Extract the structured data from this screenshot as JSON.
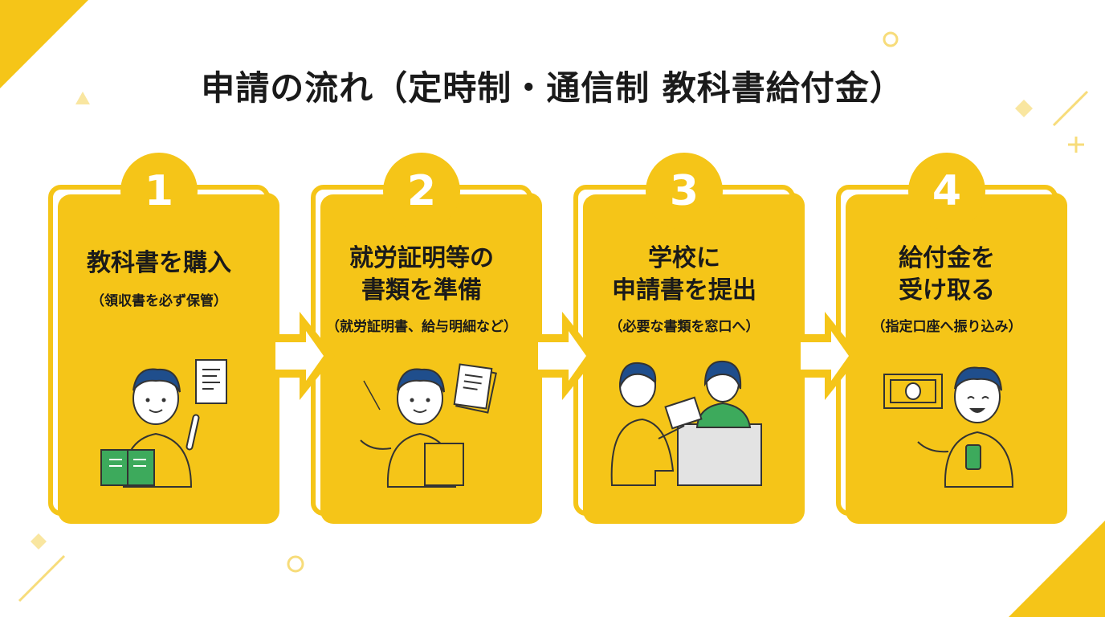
{
  "page": {
    "title": "申請の流れ（定時制・通信制 教科書給付金）",
    "accent_color": "#F5C518"
  },
  "steps": [
    {
      "number": "1",
      "title": "教科書を購入",
      "subtitle": "（領収書を必ず保管）",
      "illustration": "person-with-book-and-receipt-icon"
    },
    {
      "number": "2",
      "title": "就労証明等の\n書類を準備",
      "subtitle": "（就労証明書、給与明細など）",
      "illustration": "person-with-documents-and-pen-icon"
    },
    {
      "number": "3",
      "title": "学校に\n申請書を提出",
      "subtitle": "（必要な書類を窓口へ）",
      "illustration": "person-submitting-to-counter-icon"
    },
    {
      "number": "4",
      "title": "給付金を\n受け取る",
      "subtitle": "（指定口座へ振り込み）",
      "illustration": "person-with-money-and-phone-icon"
    }
  ]
}
